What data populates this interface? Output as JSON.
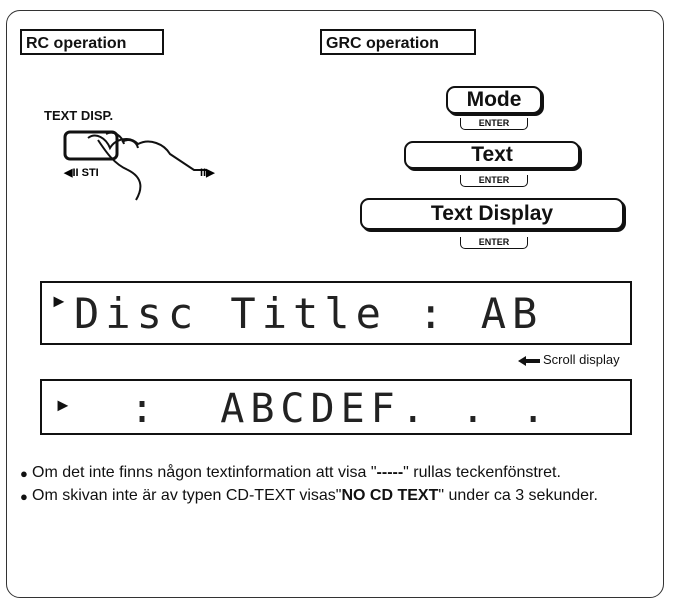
{
  "rc": {
    "label": "RC operation",
    "key_label": "TEXT DISP.",
    "key_sub_left": "◀II STI",
    "key_sub_right": "II▶"
  },
  "grc": {
    "label": "GRC operation",
    "buttons": [
      "Mode",
      "Text",
      "Text Display"
    ],
    "enter_label": "ENTER"
  },
  "display1": {
    "marker": "►",
    "text": "Disc Title : AB"
  },
  "scroll_note": "Scroll display",
  "display2": {
    "marker": "►",
    "text": ":  ABCDEF. . ."
  },
  "notes": [
    {
      "before": "Om det inte finns någon textinformation att visa \"",
      "bold": "-----",
      "after": "\" rullas teckenfönstret."
    },
    {
      "before": "Om skivan inte är av typen CD-TEXT visas\"",
      "bold": "NO CD TEXT",
      "after": "\" under ca 3 sekunder."
    }
  ]
}
